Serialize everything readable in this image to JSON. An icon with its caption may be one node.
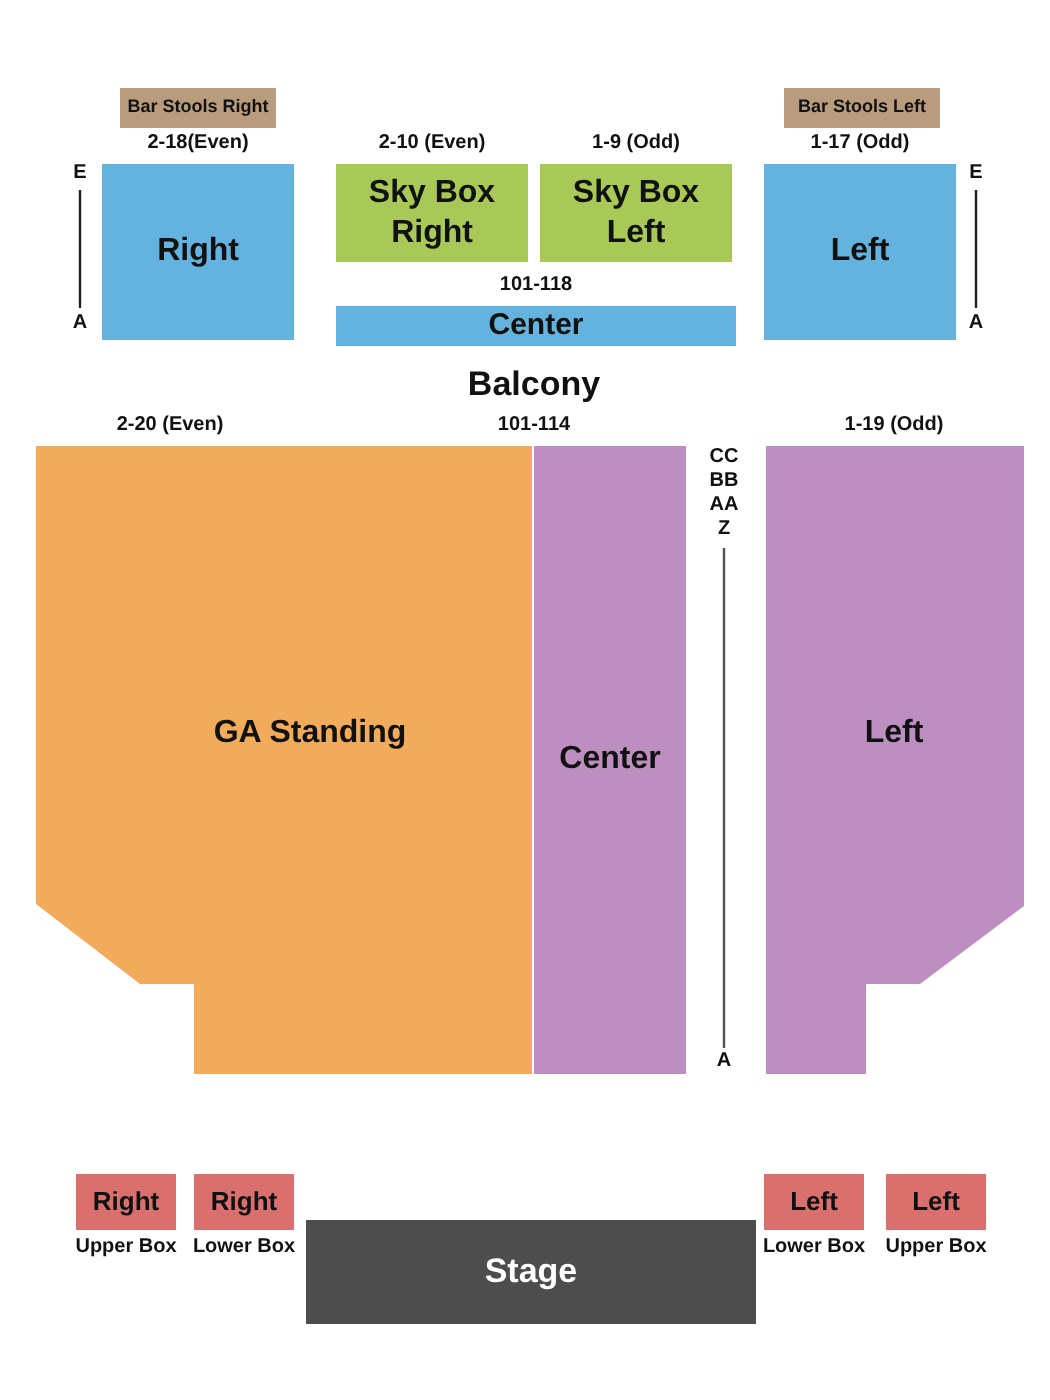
{
  "diagram": {
    "nodes": [
      {
        "text": [
          "Bar Stools Right"
        ]
      },
      {
        "text": [
          "Bar Stools Left"
        ]
      },
      {
        "text": [
          "Right"
        ],
        "beside": [
          "2-18(Even)"
        ]
      },
      {
        "text": [
          "Sky Box Right"
        ],
        "beside": [
          "2-10 (Even)"
        ]
      },
      {
        "text": [
          "Sky Box Left"
        ],
        "beside": [
          "1-9 (Odd)"
        ]
      },
      {
        "text": [
          "Left"
        ],
        "beside": [
          "1-17 (Odd)"
        ]
      },
      {
        "text": [
          "Center"
        ],
        "beside": [
          "101-118"
        ]
      },
      {
        "text": [
          "GA Standing"
        ],
        "beside": [
          "2-20 (Even)"
        ]
      },
      {
        "text": [
          "Center"
        ],
        "beside": [
          "101-114"
        ]
      },
      {
        "text": [
          "Left"
        ],
        "beside": [
          "1-19 (Odd)"
        ]
      },
      {
        "text": [
          "Right"
        ],
        "beside": [
          "Upper Box"
        ]
      },
      {
        "text": [
          "Right"
        ],
        "beside": [
          "Lower Box"
        ]
      },
      {
        "text": [
          "Stage"
        ]
      },
      {
        "text": [
          "Left"
        ],
        "beside": [
          "Lower Box"
        ]
      },
      {
        "text": [
          "Left"
        ],
        "beside": [
          "Upper Box"
        ]
      }
    ],
    "labels": [
      "E",
      "A",
      "E",
      "A",
      "Balcony",
      "CC",
      "BB",
      "AA",
      "Z",
      "A"
    ]
  }
}
